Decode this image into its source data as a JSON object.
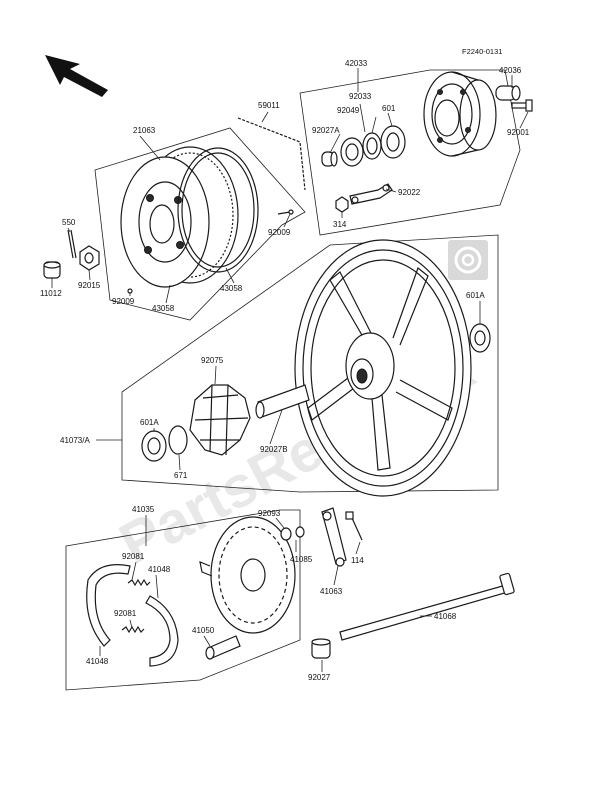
{
  "diagram": {
    "code": "F2240-0131",
    "watermark": "PartsRepublik",
    "labels": {
      "p42033_top": "42033",
      "p42036": "42036",
      "p92033": "92033",
      "p92049": "92049",
      "p601_top": "601",
      "p92027A": "92027A",
      "p92001": "92001",
      "p92022": "92022",
      "p314": "314",
      "p59011": "59011",
      "p21063": "21063",
      "p550": "550",
      "p92015": "92015",
      "p11012": "11012",
      "p92009_left": "92009",
      "p92009_right": "92009",
      "p43058_left": "43058",
      "p43058_right": "43058",
      "p92075": "92075",
      "p601A_left": "601A",
      "p41073A": "41073/A",
      "p671": "671",
      "p92027B": "92027B",
      "p601A_right": "601A",
      "p41035": "41035",
      "p92093": "92093",
      "p92081_top": "92081",
      "p41048_right": "41048",
      "p92081_mid": "92081",
      "p41048_left": "41048",
      "p41050": "41050",
      "p41085": "41085",
      "p114": "114",
      "p41063": "41063",
      "p41068": "41068",
      "p92027_bottom": "92027"
    }
  }
}
